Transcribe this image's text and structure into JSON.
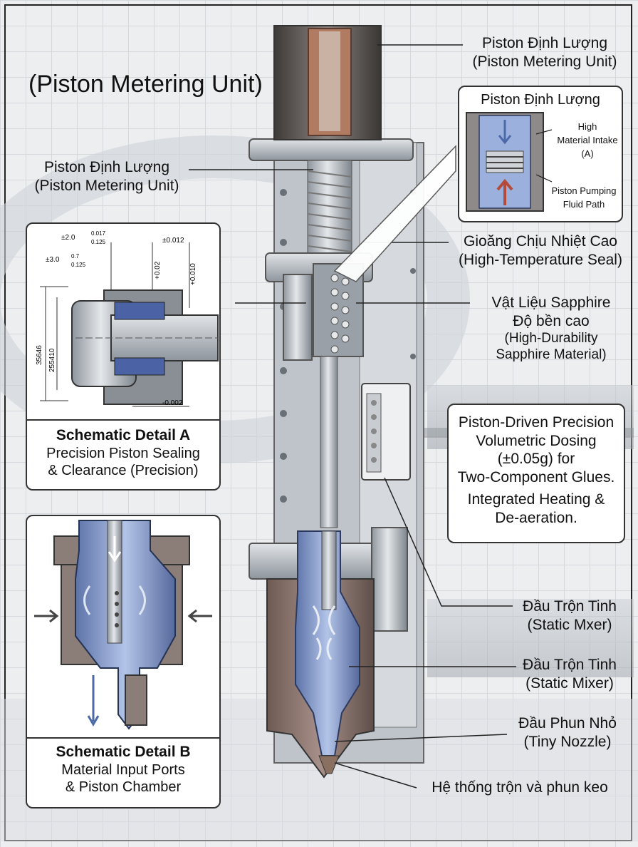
{
  "title": "(Piston Metering Unit)",
  "callouts": {
    "top_right": {
      "vi": "Piston Định Lượng",
      "en": "(Piston Metering Unit)"
    },
    "left_mid": {
      "vi": "Piston Định Lượng",
      "en": "(Piston Metering Unit)"
    },
    "seal": {
      "vi": "Gioăng Chịu Nhiệt Cao",
      "en": "(High-Temperature Seal)"
    },
    "sapphire": {
      "vi1": "Vật Liệu Sapphire",
      "vi2": "Độ bền cao",
      "en1": "(High-Durability",
      "en2": "Sapphire Material)"
    },
    "mixer1": {
      "vi": "Đầu Trộn Tinh",
      "en": "(Static Mxer)"
    },
    "mixer2": {
      "vi": "Đầu Trộn Tinh",
      "en": "(Static Mixer)"
    },
    "nozzle": {
      "vi": "Đầu Phun Nhỏ",
      "en": "(Tiny Nozzle)"
    },
    "system": "Hệ thống trộn và phun keo"
  },
  "inset_piston": {
    "title": "Piston Định Lượng",
    "high": "High",
    "intake1": "Material Intake",
    "intake2": "(A)",
    "pump1": "Piston Pumping",
    "pump2": "Fluid Path"
  },
  "info_box": {
    "line1": "Piston-Driven Precision",
    "line2": "Volumetric Dosing",
    "line3": "(±0.05g) for",
    "line4": "Two-Component Glues.",
    "line5": "Integrated Heating &",
    "line6": "De-aeration."
  },
  "detail_a": {
    "title": "Schematic Detail A",
    "sub1": "Precision Piston Sealing",
    "sub2": "& Clearance (Precision)",
    "dims": {
      "d1": "±2.0",
      "d1b": "0.017",
      "d1c": "0.125",
      "d2": "±3.0",
      "d2b": "0.7",
      "d2c": "0.125",
      "d3": "±0.012",
      "d4": "+0.02",
      "d5": "+0.010",
      "d6": "35646",
      "d7": "255410",
      "d8": "-0.002"
    }
  },
  "detail_b": {
    "title": "Schematic Detail B",
    "sub1": "Material Input Ports",
    "sub2": "& Piston Chamber"
  },
  "colors": {
    "steel": "#b8bec6",
    "steel_dark": "#6d747c",
    "copper": "#a8705a",
    "fluid": "#8aa4d6",
    "body_brown": "#8a7770"
  }
}
